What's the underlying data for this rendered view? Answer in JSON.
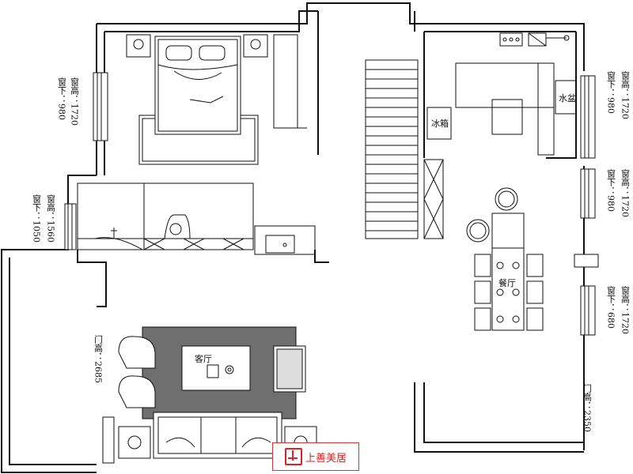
{
  "rooms": {
    "living_room": "客厅",
    "dining": "餐厅"
  },
  "fixtures": {
    "washing_machine": "冰箱",
    "sink": "水盆"
  },
  "window_labels": {
    "left_top_height": "窗高：1720",
    "left_top_sill": "窗下：980",
    "left_mid_height": "窗高：1560",
    "left_mid_sill": "窗下：1050",
    "left_door": "门高：2685",
    "right_top_height": "窗高：1720",
    "right_top_sill": "窗下：980",
    "right_mid_height": "窗高：1720",
    "right_mid_sill": "窗下：980",
    "right_low_height": "窗高：1720",
    "right_low_sill": "窗下：680",
    "right_door": "门高：2350"
  },
  "logo": {
    "text": "上善美居"
  },
  "colors": {
    "wall": "#111111",
    "rug": "#6f6f6f",
    "logo": "#dd2222"
  }
}
